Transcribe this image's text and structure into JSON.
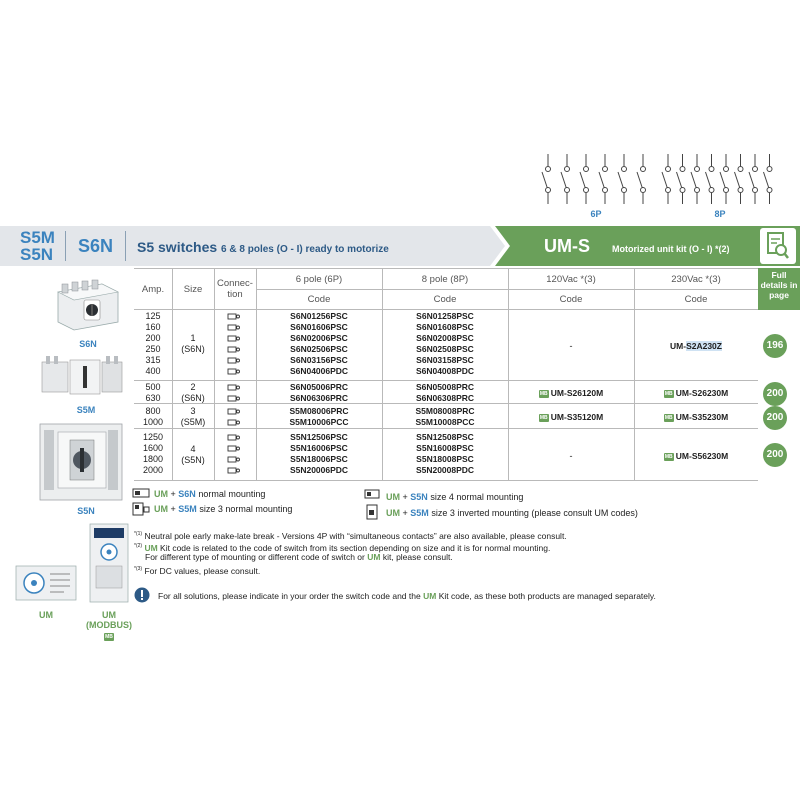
{
  "diagram": {
    "label_6p": "6P",
    "label_8p": "8P"
  },
  "header": {
    "sku_a": "S5M",
    "sku_b": "S5N",
    "sku_c": "S6N",
    "title_main": "S5 switches",
    "title_rest": "6 & 8 poles (O - I) ready to motorize",
    "um_title": "UM-S",
    "um_sub": "Motorized unit kit (O - I) *(2)",
    "details": "Full details in page",
    "colors": {
      "blue": "#3b83be",
      "green": "#6aa05a",
      "band": "#e3e6ea"
    }
  },
  "table": {
    "h_amp": "Amp.",
    "h_size": "Size",
    "h_conn": "Connec-tion",
    "h_6p": "6 pole (6P)",
    "h_8p": "8 pole (8P)",
    "h_120": "120Vac *(3)",
    "h_230": "230Vac *(3)",
    "h_code": "Code",
    "g1": {
      "amps": [
        "125",
        "160",
        "200",
        "250",
        "315",
        "400"
      ],
      "size": "1",
      "size_type": "(S6N)",
      "c6": [
        "S6N01256PSC",
        "S6N01606PSC",
        "S6N02006PSC",
        "S6N02506PSC",
        "S6N03156PSC",
        "S6N04006PDC"
      ],
      "c8": [
        "S6N01258PSC",
        "S6N01608PSC",
        "S6N02008PSC",
        "S6N02508PSC",
        "S6N03158PSC",
        "S6N04008PDC"
      ],
      "v120": "-",
      "v230_a": "UM-",
      "v230_b": "S2A230Z",
      "page": "196"
    },
    "g2": {
      "amps": [
        "500",
        "630"
      ],
      "size": "2",
      "size_type": "(S6N)",
      "c6": [
        "S6N05006PRC",
        "S6N06306PRC"
      ],
      "c8": [
        "S6N05008PRC",
        "S6N06308PRC"
      ],
      "v120": "UM-S26120M",
      "v230": "UM-S26230M",
      "page": "200"
    },
    "g3": {
      "amps": [
        "800",
        "1000"
      ],
      "size": "3",
      "size_type": "(S5M)",
      "c6": [
        "S5M08006PRC",
        "S5M10006PCC"
      ],
      "c8": [
        "S5M08008PRC",
        "S5M10008PCC"
      ],
      "v120": "UM-S35120M",
      "v230": "UM-S35230M",
      "page": "200"
    },
    "g4": {
      "amps": [
        "1250",
        "1600",
        "1800",
        "2000"
      ],
      "size": "4",
      "size_type": "(S5N)",
      "c6": [
        "S5N12506PSC",
        "S5N16006PSC",
        "S5N18006PSC",
        "S5N20006PDC"
      ],
      "c8": [
        "S5N12508PSC",
        "S5N16008PSC",
        "S5N18008PSC",
        "S5N20008PDC"
      ],
      "v120": "-",
      "v230": "UM-S56230M",
      "page": "200"
    },
    "mb": "MB"
  },
  "products": {
    "p1": "S6N",
    "p2": "S5M",
    "p3": "S5N",
    "p4": "UM",
    "p5": "UM",
    "p5b": "(MODBUS)",
    "p5c": "MB"
  },
  "legend": {
    "l1a": "UM",
    "l1b": "+",
    "l1c": "S6N",
    "l1d": "normal mounting",
    "l2a": "UM",
    "l2b": "+",
    "l2c": "S5M",
    "l2d": "size 3 normal mounting",
    "l3a": "UM",
    "l3b": "+",
    "l3c": "S5N",
    "l3d": "size 4 normal mounting",
    "l4a": "UM",
    "l4b": "+",
    "l4c": "S5M",
    "l4d": "size 3 inverted mounting (please consult UM codes)"
  },
  "notes": {
    "n1m": "*(1)",
    "n1": "Neutral pole early make-late break - Versions 4P with “simultaneous contacts” are also available, please consult.",
    "n2m": "*(2)",
    "n2a": "UM",
    "n2": "Kit code is related to the code of switch from its section depending on size and it is for normal mounting.",
    "n2c1": "For different type of mounting or different code of switch or",
    "n2c2": "UM",
    "n2c3": "kit, please consult.",
    "n3m": "*(3)",
    "n3": "For DC values, please consult.",
    "warn_a": "For all solutions, please indicate in your order the switch code and the",
    "warn_b": "UM",
    "warn_c": "Kit code, as these both products are managed separately."
  }
}
